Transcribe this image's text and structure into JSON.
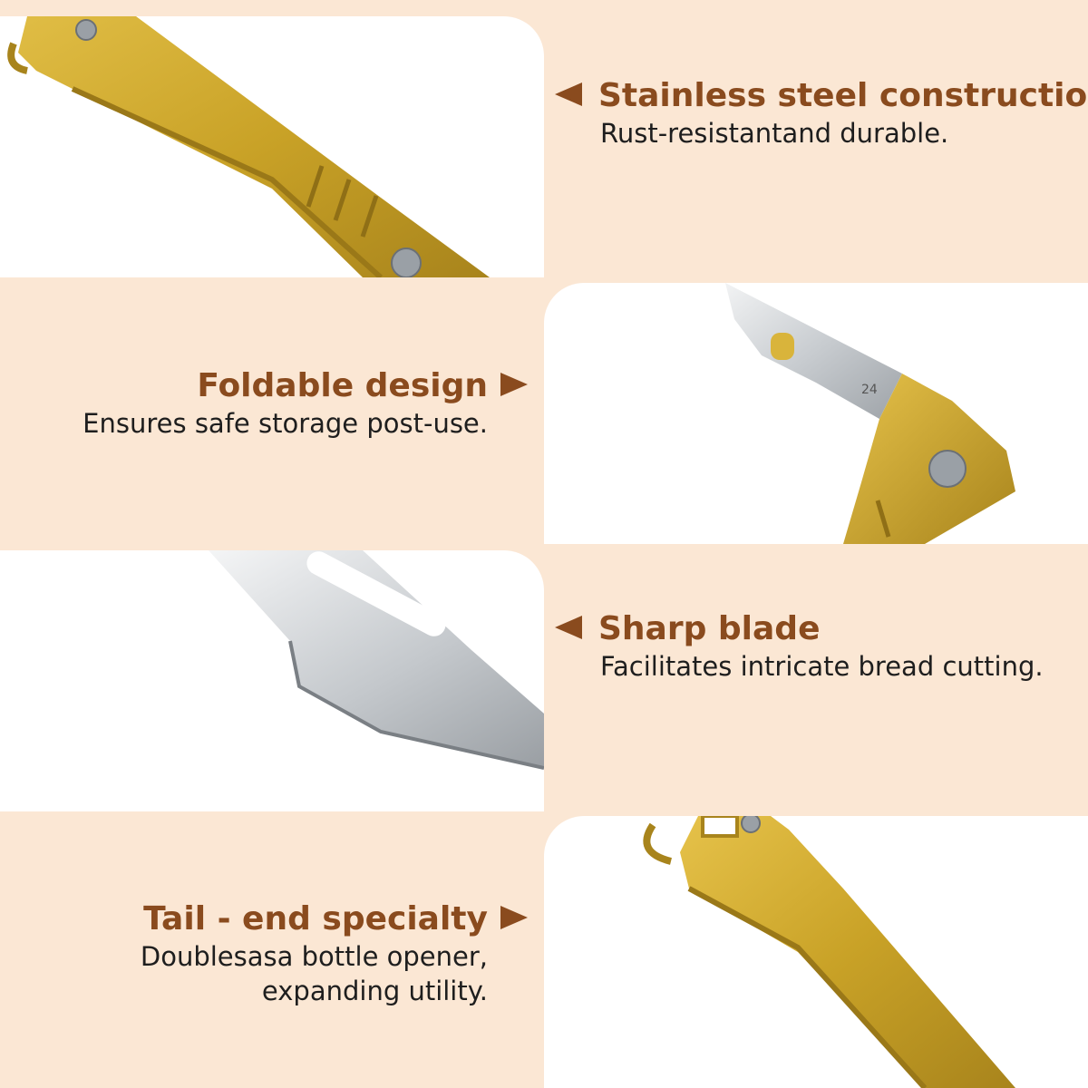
{
  "features": [
    {
      "title": "Stainless steel construction",
      "desc_lines": [
        "Rust-resistantand durable."
      ],
      "arrow": "left",
      "photo": "gold-handle-pivot-closeup"
    },
    {
      "title": "Foldable design",
      "desc_lines": [
        "Ensures safe storage post-use."
      ],
      "arrow": "right",
      "photo": "folding-blade-with-pivot-screw",
      "blade_marking": "24"
    },
    {
      "title": "Sharp blade",
      "desc_lines": [
        "Facilitates intricate bread cutting."
      ],
      "arrow": "left",
      "photo": "scalpel-blade-closeup"
    },
    {
      "title": "Tail - end specialty",
      "desc_lines": [
        "Doublesasa bottle opener,",
        "expanding utility."
      ],
      "arrow": "right",
      "photo": "bottle-opener-handle-end"
    }
  ],
  "colors": {
    "background": "#fbe7d4",
    "panel": "#ffffff",
    "accent": "#8a4b1e",
    "text": "#1e1e1e",
    "gold": "#c9a227",
    "steel": "#c8ccd0"
  }
}
